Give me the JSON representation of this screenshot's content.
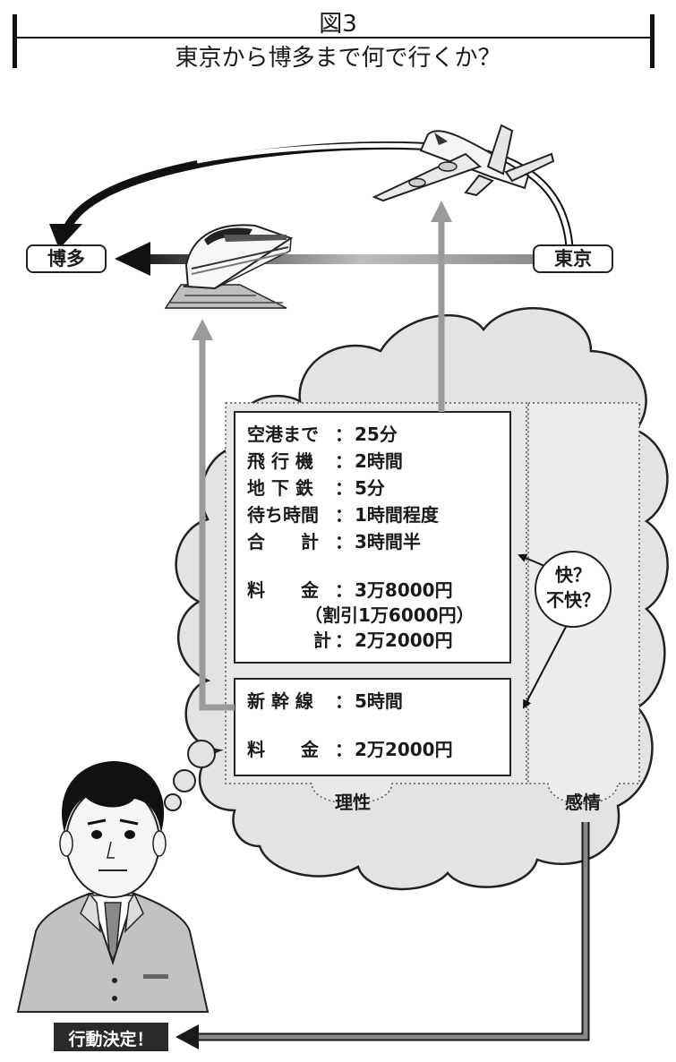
{
  "figure": {
    "label": "図3",
    "title": "東京から博多まで何で行くか？"
  },
  "cities": {
    "origin": "東京",
    "destination": "博多"
  },
  "vehicles": {
    "plane_icon": "airplane-icon",
    "train_icon": "bullet-train-icon"
  },
  "flight_box": {
    "rows": [
      {
        "label": "空港まで",
        "value": "25分"
      },
      {
        "label": "飛 行 機",
        "value": "2時間"
      },
      {
        "label": "地 下 鉄",
        "value": "5分"
      },
      {
        "label": "待ち時間",
        "value": "1時間程度"
      },
      {
        "label": "合　　計",
        "value": "3時間半"
      }
    ],
    "fare_label": "料　　金",
    "fare_value": "3万8000円",
    "discount_note": "（割引1万6000円）",
    "discount_total_label": "計",
    "discount_total_value": "2万2000円"
  },
  "shinkansen_box": {
    "time_label": "新 幹 線",
    "time_value": "5時間",
    "fare_label": "料　　金",
    "fare_value": "2万2000円"
  },
  "separator": "：",
  "labels": {
    "reason": "理性",
    "emotion": "感情"
  },
  "feeling_bubble": {
    "line1": "快？",
    "line2": "不快？"
  },
  "decision": "行動決定！",
  "colors": {
    "arrow_gray": "#9a9a9a",
    "arrow_dark": "#1a1a1a",
    "cloud_fill": "#e3e3e3",
    "decision_bg": "#2a2a2a"
  }
}
